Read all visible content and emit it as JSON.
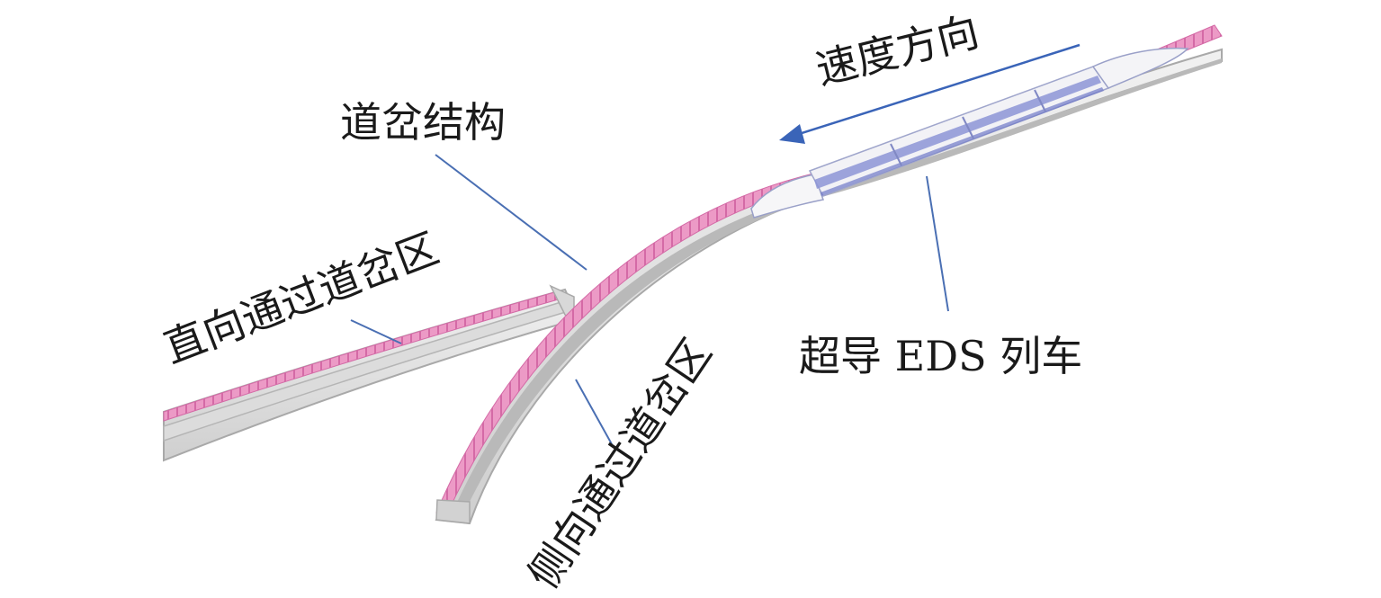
{
  "labels": {
    "speed_direction": "速度方向",
    "switch_structure": "道岔结构",
    "straight_zone": "直向通过道岔区",
    "side_zone": "侧向通过道岔区",
    "train": "超导 EDS 列车"
  },
  "colors": {
    "leader_line": "#4a6fb3",
    "arrow": "#3a64b8",
    "rail_pink": "#e98bbd",
    "rail_body": "#e4e4e4",
    "rail_edge": "#a9a9a9",
    "train_body": "#f2f2f6",
    "train_stripe": "#7d86cf"
  }
}
